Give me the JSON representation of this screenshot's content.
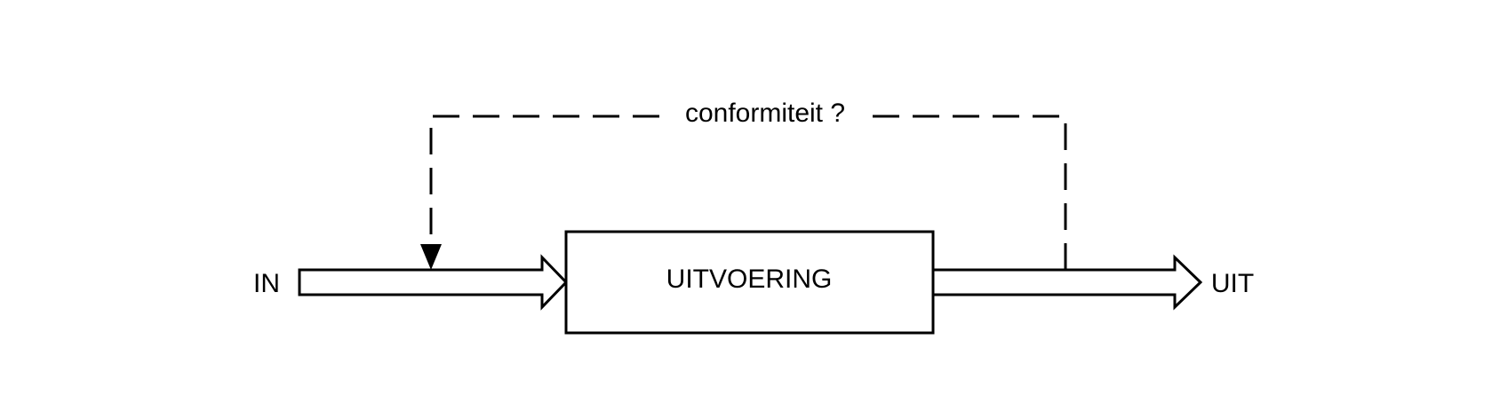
{
  "diagram": {
    "input_label": "IN",
    "process_label": "UITVOERING",
    "output_label": "UIT",
    "feedback_label": "conformiteit ?"
  },
  "colors": {
    "stroke": "#000000",
    "fill": "#ffffff",
    "background": "#ffffff"
  }
}
